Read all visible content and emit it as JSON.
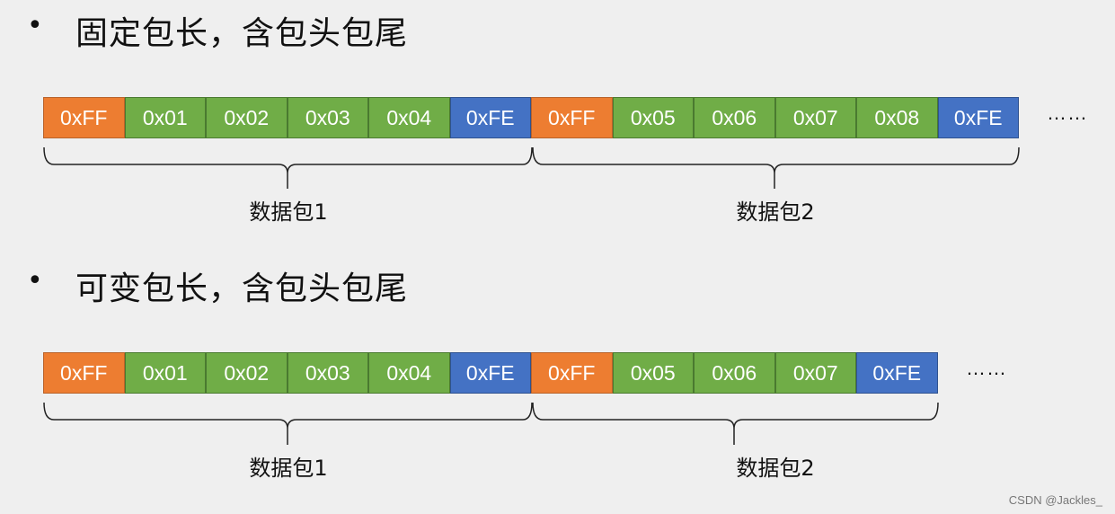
{
  "sections": [
    {
      "bullet": "•",
      "heading": "固定包长，含包头包尾",
      "cells": [
        {
          "text": "0xFF",
          "kind": "head"
        },
        {
          "text": "0x01",
          "kind": "data"
        },
        {
          "text": "0x02",
          "kind": "data"
        },
        {
          "text": "0x03",
          "kind": "data"
        },
        {
          "text": "0x04",
          "kind": "data"
        },
        {
          "text": "0xFE",
          "kind": "tail"
        },
        {
          "text": "0xFF",
          "kind": "head"
        },
        {
          "text": "0x05",
          "kind": "data"
        },
        {
          "text": "0x06",
          "kind": "data"
        },
        {
          "text": "0x07",
          "kind": "data"
        },
        {
          "text": "0x08",
          "kind": "data"
        },
        {
          "text": "0xFE",
          "kind": "tail"
        }
      ],
      "ellipsis": "……",
      "packets": [
        "数据包1",
        "数据包2"
      ]
    },
    {
      "bullet": "•",
      "heading": "可变包长，含包头包尾",
      "cells": [
        {
          "text": "0xFF",
          "kind": "head"
        },
        {
          "text": "0x01",
          "kind": "data"
        },
        {
          "text": "0x02",
          "kind": "data"
        },
        {
          "text": "0x03",
          "kind": "data"
        },
        {
          "text": "0x04",
          "kind": "data"
        },
        {
          "text": "0xFE",
          "kind": "tail"
        },
        {
          "text": "0xFF",
          "kind": "head"
        },
        {
          "text": "0x05",
          "kind": "data"
        },
        {
          "text": "0x06",
          "kind": "data"
        },
        {
          "text": "0x07",
          "kind": "data"
        },
        {
          "text": "0xFE",
          "kind": "tail"
        }
      ],
      "ellipsis": "……",
      "packets": [
        "数据包1",
        "数据包2"
      ]
    }
  ],
  "colors": {
    "head": "#ed7d31",
    "data": "#70ad47",
    "tail": "#4472c4"
  },
  "watermark": "CSDN @Jackles_"
}
